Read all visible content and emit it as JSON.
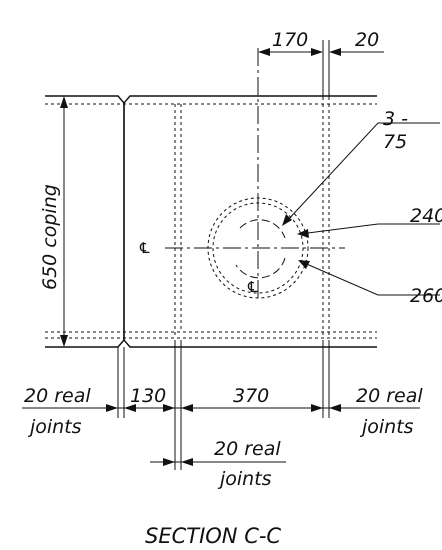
{
  "drawing": {
    "title": "SECTION C-C",
    "dimensions": {
      "top_spacing": "170",
      "top_joint": "20",
      "height_coping": "650 coping",
      "left_joint_line1": "20 real",
      "left_joint_line2": "joints",
      "left_width": "130",
      "middle_width": "370",
      "right_joint_line1": "20 real",
      "right_joint_line2": "joints",
      "bottom_joint_line1": "20 real",
      "bottom_joint_line2": "joints"
    },
    "callouts": {
      "callout_1_line1": "3 -",
      "callout_1_line2": "75",
      "callout_2": "240",
      "callout_3": "260"
    },
    "centerline_symbol": "℄"
  }
}
